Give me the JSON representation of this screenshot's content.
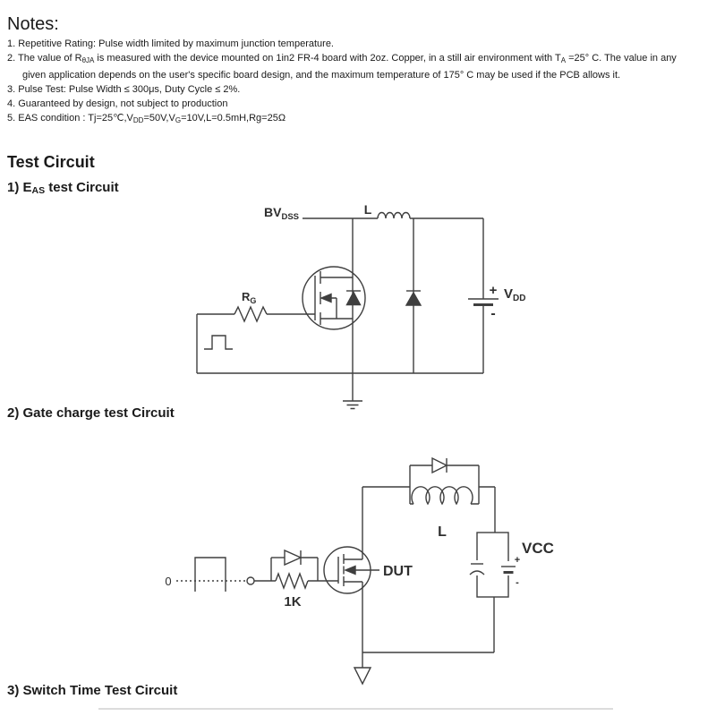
{
  "notes": {
    "title": "Notes:",
    "items": [
      {
        "s0": "1. Repetitive Rating: Pulse width limited by maximum junction temperature."
      },
      {
        "s0": "2. The value of R",
        "sub0": "θJA",
        "s1": " is measured with the device mounted on 1in2 FR-4 board with 2oz. Copper, in a still air environment with T",
        "sub1": "A",
        "s2": " =25° C. The value in any",
        "s3": "given application depends on the user's specific board design, and the maximum temperature of 175° C may be used if the PCB allows it."
      },
      {
        "s0": "3. Pulse Test: Pulse Width ≤ 300μs, Duty Cycle ≤ 2%."
      },
      {
        "s0": "4. Guaranteed by design, not subject to production"
      },
      {
        "s0": "5. EAS condition : Tj=25℃,V",
        "sub0": "DD",
        "s1": "=50V,V",
        "sub1": "G",
        "s2": "=10V,L=0.5mH,Rg=25Ω"
      }
    ]
  },
  "sections": {
    "test_circuit_title": "Test Circuit",
    "c1_heading_pre": "1) E",
    "c1_heading_sub": "AS",
    "c1_heading_post": " test Circuit",
    "c2_heading": "2) Gate charge test Circuit",
    "c3_heading": "3) Switch Time Test Circuit"
  },
  "circuit1": {
    "bvdss_main": "BV",
    "bvdss_sub": "DSS",
    "inductor_label": "L",
    "rg_main": "R",
    "rg_sub": "G",
    "plus": "+",
    "minus": "-",
    "vdd_main": "V",
    "vdd_sub": "DD"
  },
  "circuit2": {
    "zero": "0",
    "resistor_label": "1K",
    "dut_label": "DUT",
    "inductor_label": "L",
    "vcc_label": "VCC",
    "plus": "+",
    "minus": "-"
  },
  "colors": {
    "line": "#3f3f3f",
    "text": "#1a1a1a",
    "divider": "#dcdcdc"
  }
}
